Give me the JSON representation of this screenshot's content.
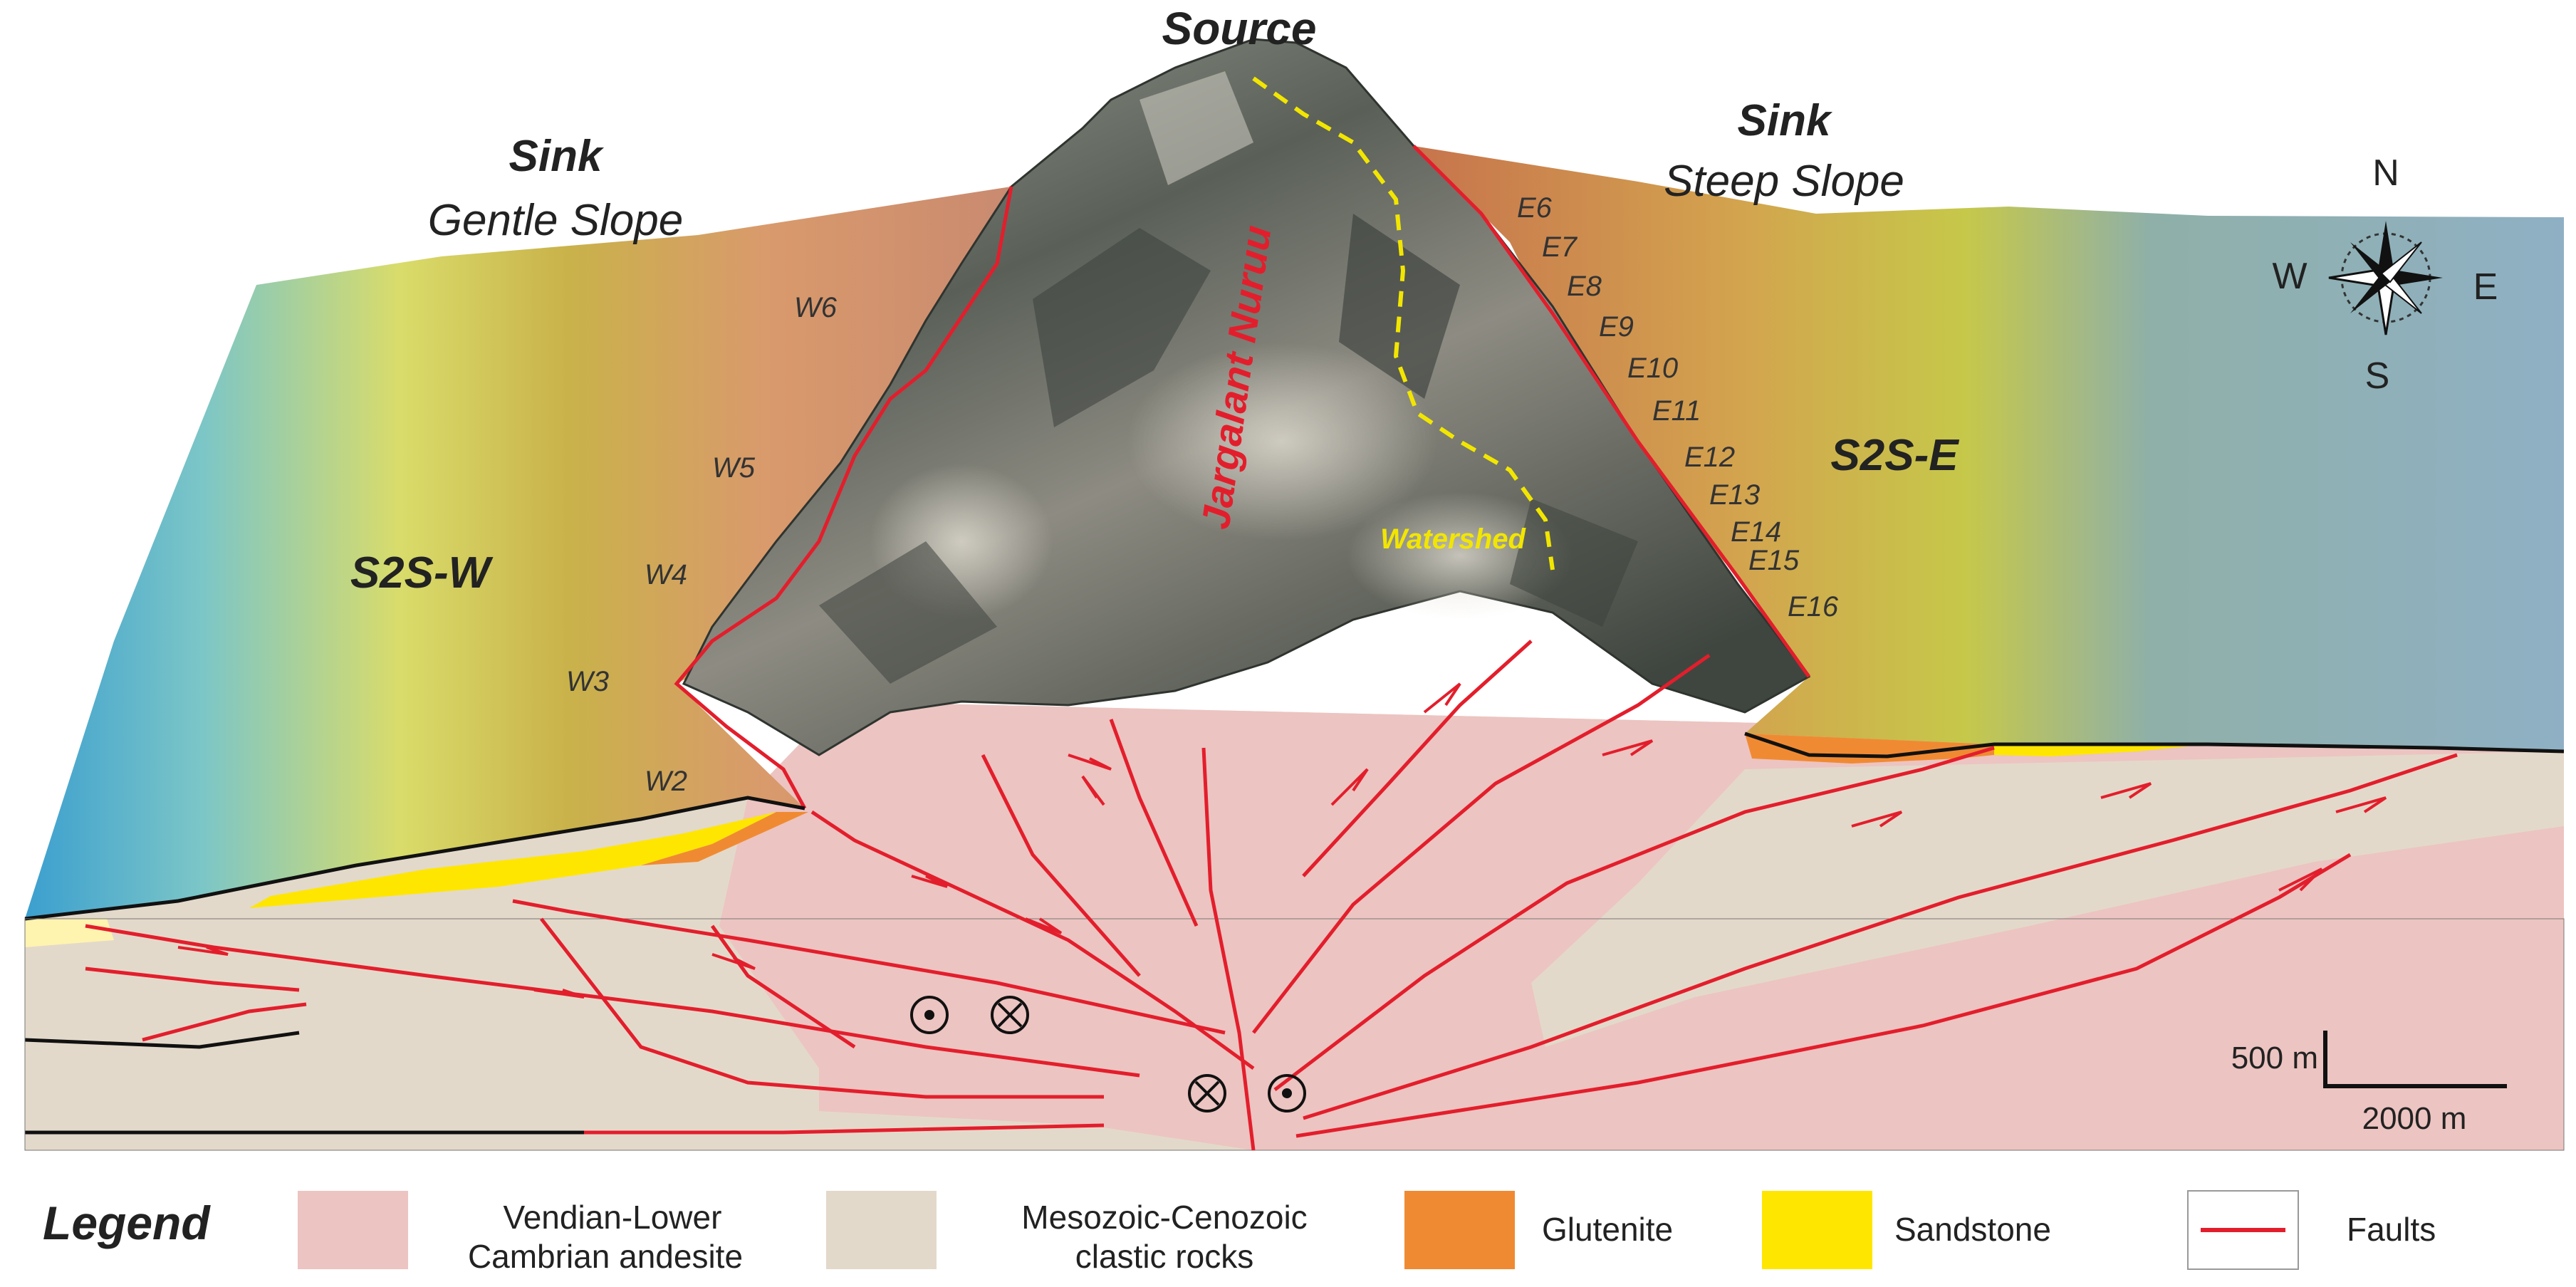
{
  "title": "Source",
  "west": {
    "sink": "Sink",
    "slope": "Gentle Slope",
    "system": "S2S-W",
    "samples": [
      "W6",
      "W5",
      "W4",
      "W3",
      "W2"
    ]
  },
  "east": {
    "sink": "Sink",
    "slope": "Steep Slope",
    "system": "S2S-E",
    "samples": [
      "E6",
      "E7",
      "E8",
      "E9",
      "E10",
      "E11",
      "E12",
      "E13",
      "E14",
      "E15",
      "E16"
    ]
  },
  "mountain_label": "Jargalant Nuruu",
  "watershed_label": "Watershed",
  "compass": {
    "n": "N",
    "s": "S",
    "e": "E",
    "w": "W"
  },
  "scale": {
    "vertical": "500 m",
    "horizontal": "2000 m"
  },
  "legend": {
    "title": "Legend",
    "items": [
      {
        "line1": "Vendian-Lower",
        "line2": "Cambrian andesite",
        "color": "#ecc4c1"
      },
      {
        "line1": "Mesozoic-Cenozoic",
        "line2": "clastic rocks",
        "color": "#e3d9ca"
      },
      {
        "line1": "Glutenite",
        "line2": "",
        "color": "#f08a32"
      },
      {
        "line1": "Sandstone",
        "line2": "",
        "color": "#ffe600"
      },
      {
        "line1": "Faults",
        "line2": "",
        "color": "#e31e2c"
      }
    ]
  },
  "colors": {
    "fault": "#e31e2c",
    "andesite": "#ecc4c1",
    "clastic": "#e3d9ca",
    "glutenite": "#f08a32",
    "sandstone": "#ffe600",
    "watershed": "#f2e600",
    "rock_dark": "#4a5048",
    "rock_light": "#b9b7ad"
  }
}
